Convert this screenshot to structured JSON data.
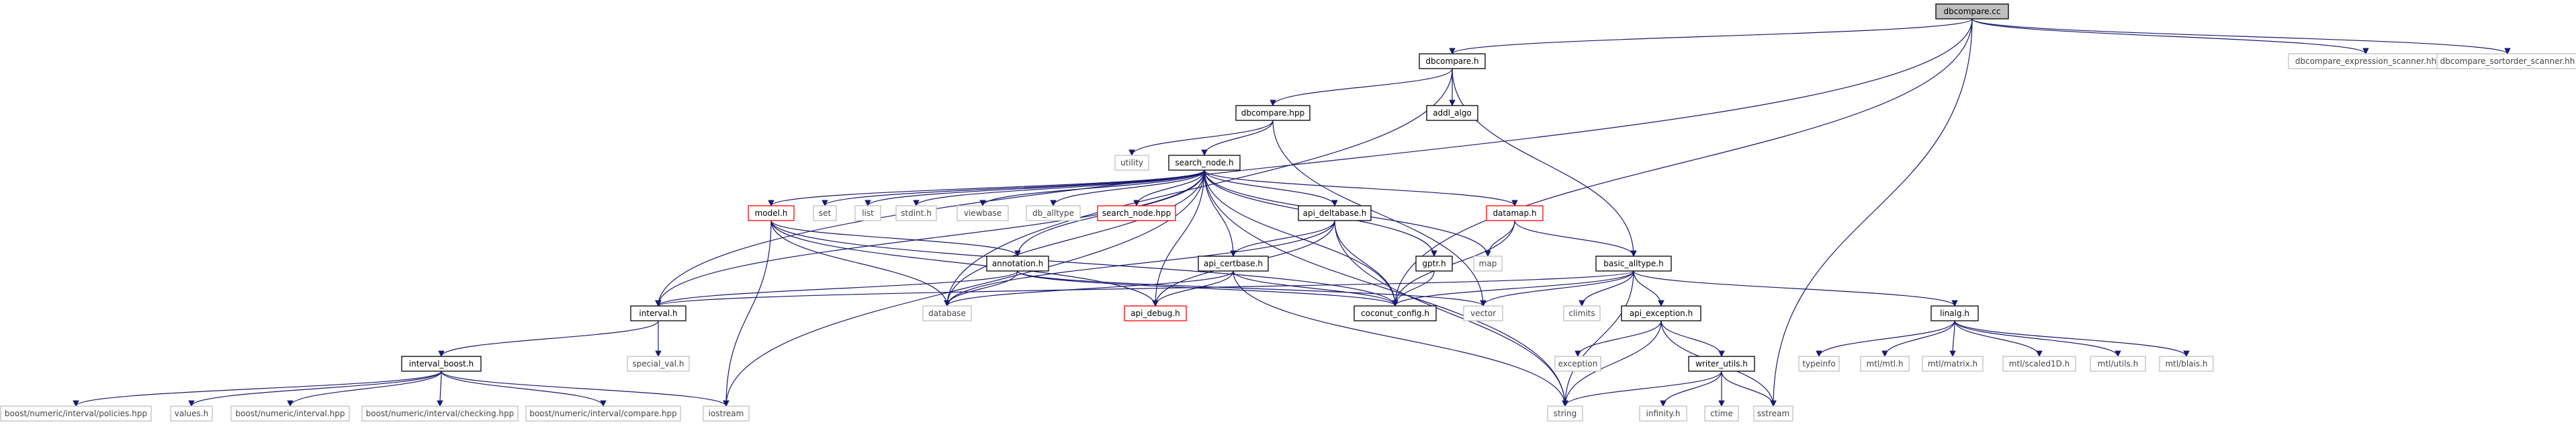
{
  "colors": {
    "edge": "#191970",
    "root_fill": "#bfbfbf",
    "root_border": "#000000",
    "documented_border": "#000000",
    "external_border": "#bfbfbf",
    "truncated_border": "#ff0000",
    "fill": "#ffffff",
    "text": "#000000",
    "external_text": "#444444"
  },
  "nodes": [
    {
      "id": "dbcompare_cc",
      "label": "dbcompare.cc",
      "kind": "root"
    },
    {
      "id": "dbcompare_h",
      "label": "dbcompare.h",
      "kind": "documented"
    },
    {
      "id": "expr_scanner",
      "label": "dbcompare_expression_scanner.hh",
      "kind": "external"
    },
    {
      "id": "sort_scanner",
      "label": "dbcompare_sortorder_scanner.hh",
      "kind": "external"
    },
    {
      "id": "dbcompare_hpp",
      "label": "dbcompare.hpp",
      "kind": "documented"
    },
    {
      "id": "addl_algo",
      "label": "addl_algo",
      "kind": "documented"
    },
    {
      "id": "utility",
      "label": "utility",
      "kind": "external"
    },
    {
      "id": "search_node_h",
      "label": "search_node.h",
      "kind": "documented"
    },
    {
      "id": "model_h",
      "label": "model.h",
      "kind": "truncated"
    },
    {
      "id": "set",
      "label": "set",
      "kind": "external"
    },
    {
      "id": "list",
      "label": "list",
      "kind": "external"
    },
    {
      "id": "stdint_h",
      "label": "stdint.h",
      "kind": "external"
    },
    {
      "id": "viewbase",
      "label": "viewbase",
      "kind": "external"
    },
    {
      "id": "db_alltype",
      "label": "db_alltype",
      "kind": "external"
    },
    {
      "id": "search_node_hpp",
      "label": "search_node.hpp",
      "kind": "truncated"
    },
    {
      "id": "api_deltabase_h",
      "label": "api_deltabase.h",
      "kind": "documented"
    },
    {
      "id": "datamap_h",
      "label": "datamap.h",
      "kind": "truncated"
    },
    {
      "id": "gptr_h",
      "label": "gptr.h",
      "kind": "documented"
    },
    {
      "id": "map",
      "label": "map",
      "kind": "external"
    },
    {
      "id": "annotation_h",
      "label": "annotation.h",
      "kind": "documented"
    },
    {
      "id": "api_certbase_h",
      "label": "api_certbase.h",
      "kind": "documented"
    },
    {
      "id": "basic_alltype_h",
      "label": "basic_alltype.h",
      "kind": "documented"
    },
    {
      "id": "interval_h",
      "label": "interval.h",
      "kind": "documented"
    },
    {
      "id": "database",
      "label": "database",
      "kind": "external"
    },
    {
      "id": "api_debug_h",
      "label": "api_debug.h",
      "kind": "truncated"
    },
    {
      "id": "coconut_config_h",
      "label": "coconut_config.h",
      "kind": "documented"
    },
    {
      "id": "vector",
      "label": "vector",
      "kind": "external"
    },
    {
      "id": "climits",
      "label": "climits",
      "kind": "external"
    },
    {
      "id": "api_exception_h",
      "label": "api_exception.h",
      "kind": "documented"
    },
    {
      "id": "linalg_h",
      "label": "linalg.h",
      "kind": "documented"
    },
    {
      "id": "special_val_h",
      "label": "special_val.h",
      "kind": "external"
    },
    {
      "id": "interval_boost_h",
      "label": "interval_boost.h",
      "kind": "documented"
    },
    {
      "id": "exception",
      "label": "exception",
      "kind": "external"
    },
    {
      "id": "writer_utils_h",
      "label": "writer_utils.h",
      "kind": "documented"
    },
    {
      "id": "typeinfo",
      "label": "typeinfo",
      "kind": "external"
    },
    {
      "id": "mtl_h",
      "label": "mtl/mtl.h",
      "kind": "external"
    },
    {
      "id": "matrix_h",
      "label": "mtl/matrix.h",
      "kind": "external"
    },
    {
      "id": "scaled1d_h",
      "label": "mtl/scaled1D.h",
      "kind": "external"
    },
    {
      "id": "utils_h",
      "label": "mtl/utils.h",
      "kind": "external"
    },
    {
      "id": "blais_h",
      "label": "mtl/blais.h",
      "kind": "external"
    },
    {
      "id": "policies_hpp",
      "label": "boost/numeric/interval/policies.hpp",
      "kind": "external"
    },
    {
      "id": "values_h",
      "label": "values.h",
      "kind": "external"
    },
    {
      "id": "interval_hpp",
      "label": "boost/numeric/interval.hpp",
      "kind": "external"
    },
    {
      "id": "checking_hpp",
      "label": "boost/numeric/interval/checking.hpp",
      "kind": "external"
    },
    {
      "id": "compare_hpp",
      "label": "boost/numeric/interval/compare.hpp",
      "kind": "external"
    },
    {
      "id": "iostream",
      "label": "iostream",
      "kind": "external"
    },
    {
      "id": "string",
      "label": "string",
      "kind": "external"
    },
    {
      "id": "infinity_h",
      "label": "infinity.h",
      "kind": "external"
    },
    {
      "id": "ctime",
      "label": "ctime",
      "kind": "external"
    },
    {
      "id": "sstream",
      "label": "sstream",
      "kind": "external"
    }
  ],
  "edges": [
    [
      "dbcompare_cc",
      "dbcompare_h"
    ],
    [
      "dbcompare_cc",
      "expr_scanner"
    ],
    [
      "dbcompare_cc",
      "sort_scanner"
    ],
    [
      "dbcompare_cc",
      "interval_h"
    ],
    [
      "dbcompare_cc",
      "coconut_config_h"
    ],
    [
      "dbcompare_cc",
      "sstream"
    ],
    [
      "dbcompare_h",
      "dbcompare_hpp"
    ],
    [
      "dbcompare_h",
      "addl_algo"
    ],
    [
      "dbcompare_h",
      "database"
    ],
    [
      "dbcompare_h",
      "basic_alltype_h"
    ],
    [
      "dbcompare_hpp",
      "utility"
    ],
    [
      "dbcompare_hpp",
      "search_node_h"
    ],
    [
      "dbcompare_hpp",
      "vector"
    ],
    [
      "search_node_h",
      "model_h"
    ],
    [
      "search_node_h",
      "set"
    ],
    [
      "search_node_h",
      "list"
    ],
    [
      "search_node_h",
      "stdint_h"
    ],
    [
      "search_node_h",
      "viewbase"
    ],
    [
      "search_node_h",
      "db_alltype"
    ],
    [
      "search_node_h",
      "search_node_hpp"
    ],
    [
      "search_node_h",
      "api_deltabase_h"
    ],
    [
      "search_node_h",
      "datamap_h"
    ],
    [
      "search_node_h",
      "gptr_h"
    ],
    [
      "search_node_h",
      "map"
    ],
    [
      "search_node_h",
      "annotation_h"
    ],
    [
      "search_node_h",
      "api_certbase_h"
    ],
    [
      "search_node_h",
      "interval_h"
    ],
    [
      "search_node_h",
      "database"
    ],
    [
      "search_node_h",
      "api_debug_h"
    ],
    [
      "search_node_h",
      "coconut_config_h"
    ],
    [
      "search_node_h",
      "iostream"
    ],
    [
      "search_node_h",
      "string"
    ],
    [
      "model_h",
      "annotation_h"
    ],
    [
      "model_h",
      "database"
    ],
    [
      "model_h",
      "api_debug_h"
    ],
    [
      "model_h",
      "coconut_config_h"
    ],
    [
      "model_h",
      "iostream"
    ],
    [
      "api_deltabase_h",
      "api_certbase_h"
    ],
    [
      "api_deltabase_h",
      "database"
    ],
    [
      "api_deltabase_h",
      "api_debug_h"
    ],
    [
      "api_deltabase_h",
      "coconut_config_h"
    ],
    [
      "api_deltabase_h",
      "string"
    ],
    [
      "datamap_h",
      "map"
    ],
    [
      "datamap_h",
      "basic_alltype_h"
    ],
    [
      "datamap_h",
      "coconut_config_h"
    ],
    [
      "gptr_h",
      "coconut_config_h"
    ],
    [
      "annotation_h",
      "interval_h"
    ],
    [
      "annotation_h",
      "database"
    ],
    [
      "annotation_h",
      "coconut_config_h"
    ],
    [
      "annotation_h",
      "vector"
    ],
    [
      "api_certbase_h",
      "database"
    ],
    [
      "api_certbase_h",
      "api_debug_h"
    ],
    [
      "api_certbase_h",
      "coconut_config_h"
    ],
    [
      "api_certbase_h",
      "string"
    ],
    [
      "basic_alltype_h",
      "interval_h"
    ],
    [
      "basic_alltype_h",
      "coconut_config_h"
    ],
    [
      "basic_alltype_h",
      "vector"
    ],
    [
      "basic_alltype_h",
      "climits"
    ],
    [
      "basic_alltype_h",
      "api_exception_h"
    ],
    [
      "basic_alltype_h",
      "linalg_h"
    ],
    [
      "basic_alltype_h",
      "string"
    ],
    [
      "interval_h",
      "special_val_h"
    ],
    [
      "interval_h",
      "interval_boost_h"
    ],
    [
      "interval_boost_h",
      "policies_hpp"
    ],
    [
      "interval_boost_h",
      "values_h"
    ],
    [
      "interval_boost_h",
      "interval_hpp"
    ],
    [
      "interval_boost_h",
      "checking_hpp"
    ],
    [
      "interval_boost_h",
      "compare_hpp"
    ],
    [
      "interval_boost_h",
      "iostream"
    ],
    [
      "api_exception_h",
      "exception"
    ],
    [
      "api_exception_h",
      "writer_utils_h"
    ],
    [
      "api_exception_h",
      "string"
    ],
    [
      "api_exception_h",
      "sstream"
    ],
    [
      "writer_utils_h",
      "infinity_h"
    ],
    [
      "writer_utils_h",
      "ctime"
    ],
    [
      "writer_utils_h",
      "string"
    ],
    [
      "writer_utils_h",
      "sstream"
    ],
    [
      "linalg_h",
      "typeinfo"
    ],
    [
      "linalg_h",
      "mtl_h"
    ],
    [
      "linalg_h",
      "matrix_h"
    ],
    [
      "linalg_h",
      "scaled1d_h"
    ],
    [
      "linalg_h",
      "utils_h"
    ],
    [
      "linalg_h",
      "blais_h"
    ]
  ]
}
